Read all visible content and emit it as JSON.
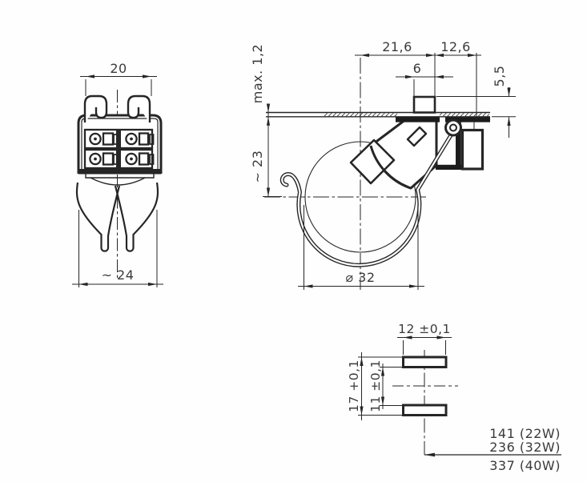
{
  "drawing": {
    "kind": "technical-drawing",
    "background": "#fefefe",
    "line_color": "#262626",
    "text_color": "#3a3a3a",
    "views": {
      "front": {
        "dim_pin_span": "20",
        "dim_leg_span": "~ 24"
      },
      "side": {
        "dim_panel_thickness": "max. 1,2",
        "dim_offset_center_to_tab": "21,6",
        "dim_offset_tab_to_edge": "12,6",
        "dim_tab_width": "6",
        "dim_tab_height": "5,5",
        "dim_center_depth": "~ 23",
        "dim_tube_diameter": "⌀ 32"
      },
      "base": {
        "dim_slot_width": "12 ±0,1",
        "dim_outer_span": "17 +0,1",
        "dim_inner_span": "11 ±0,1",
        "length_rows": [
          "141 (22W)",
          "236 (32W)",
          "337 (40W)"
        ]
      }
    }
  }
}
